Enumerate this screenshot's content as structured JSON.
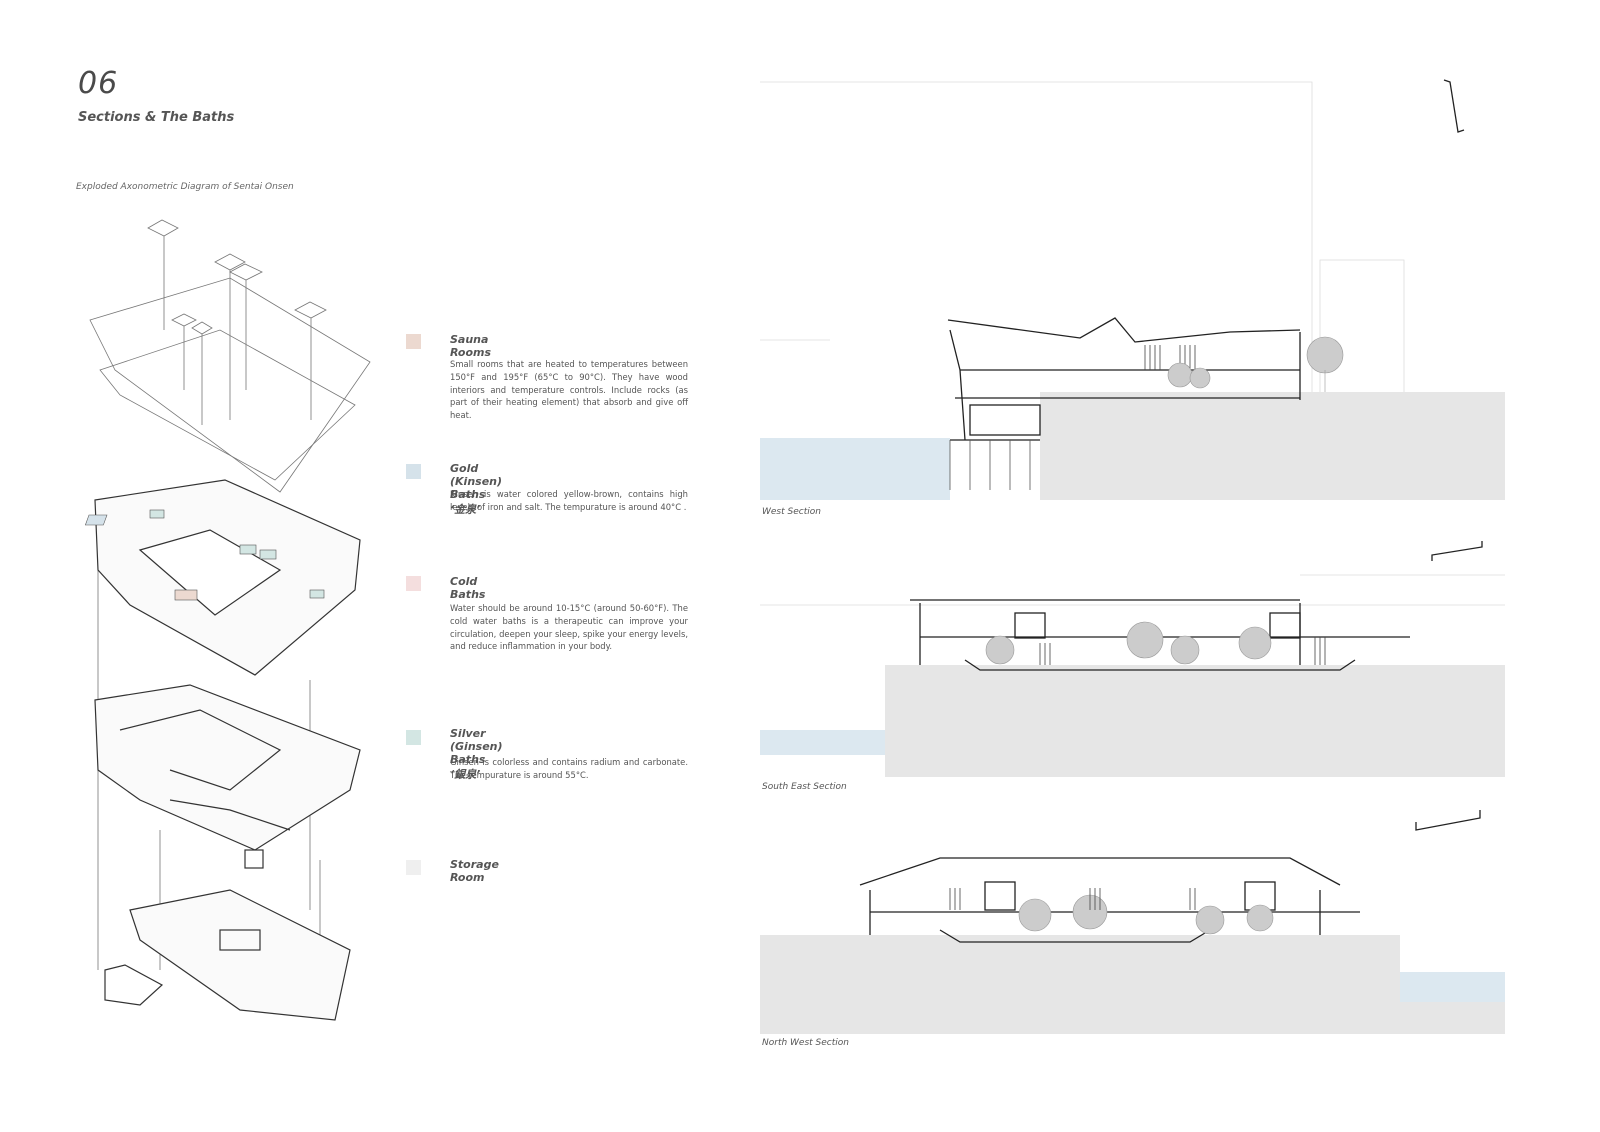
{
  "header": {
    "number": "06",
    "title": "Sections & The Baths"
  },
  "diagram": {
    "caption": "Exploded Axonometric Diagram of Sentai Onsen"
  },
  "legend": [
    {
      "title": "Sauna Rooms",
      "color": "#ecd9d0",
      "desc": "Small rooms that are heated to temperatures between 150°F and 195°F (65°C to 90°C). They have wood interiors and temperature controls. Include rocks (as part of their heating element) that absorb and give off heat."
    },
    {
      "title": "Gold (Kinsen) Baths ‘金泉’",
      "color": "#d5e2ea",
      "desc": "Kinsen is water colored yellow-brown, contains high levels of iron and salt. The tempurature is around 40°C ."
    },
    {
      "title": "Cold Baths",
      "color": "#f4dede",
      "desc": "Water should be around 10-15°C (around 50-60°F). The cold water baths is a therapeutic can improve your circulation, deepen your sleep, spike your energy levels, and reduce inflammation in your body."
    },
    {
      "title": "Silver (Ginsen) Baths ‘銀泉’",
      "color": "#d3e6e3",
      "desc": "Ginsen is colorless and contains radium and carbonate. The tempurature is around 55°C."
    },
    {
      "title": "Storage Room",
      "color": "#efefef",
      "desc": ""
    }
  ],
  "sections": [
    {
      "caption": "West Section"
    },
    {
      "caption": "South East Section"
    },
    {
      "caption": "North West Section"
    }
  ],
  "colors": {
    "ground": "#e6e6e6",
    "water": "#dce8f0",
    "line": "#333333"
  }
}
